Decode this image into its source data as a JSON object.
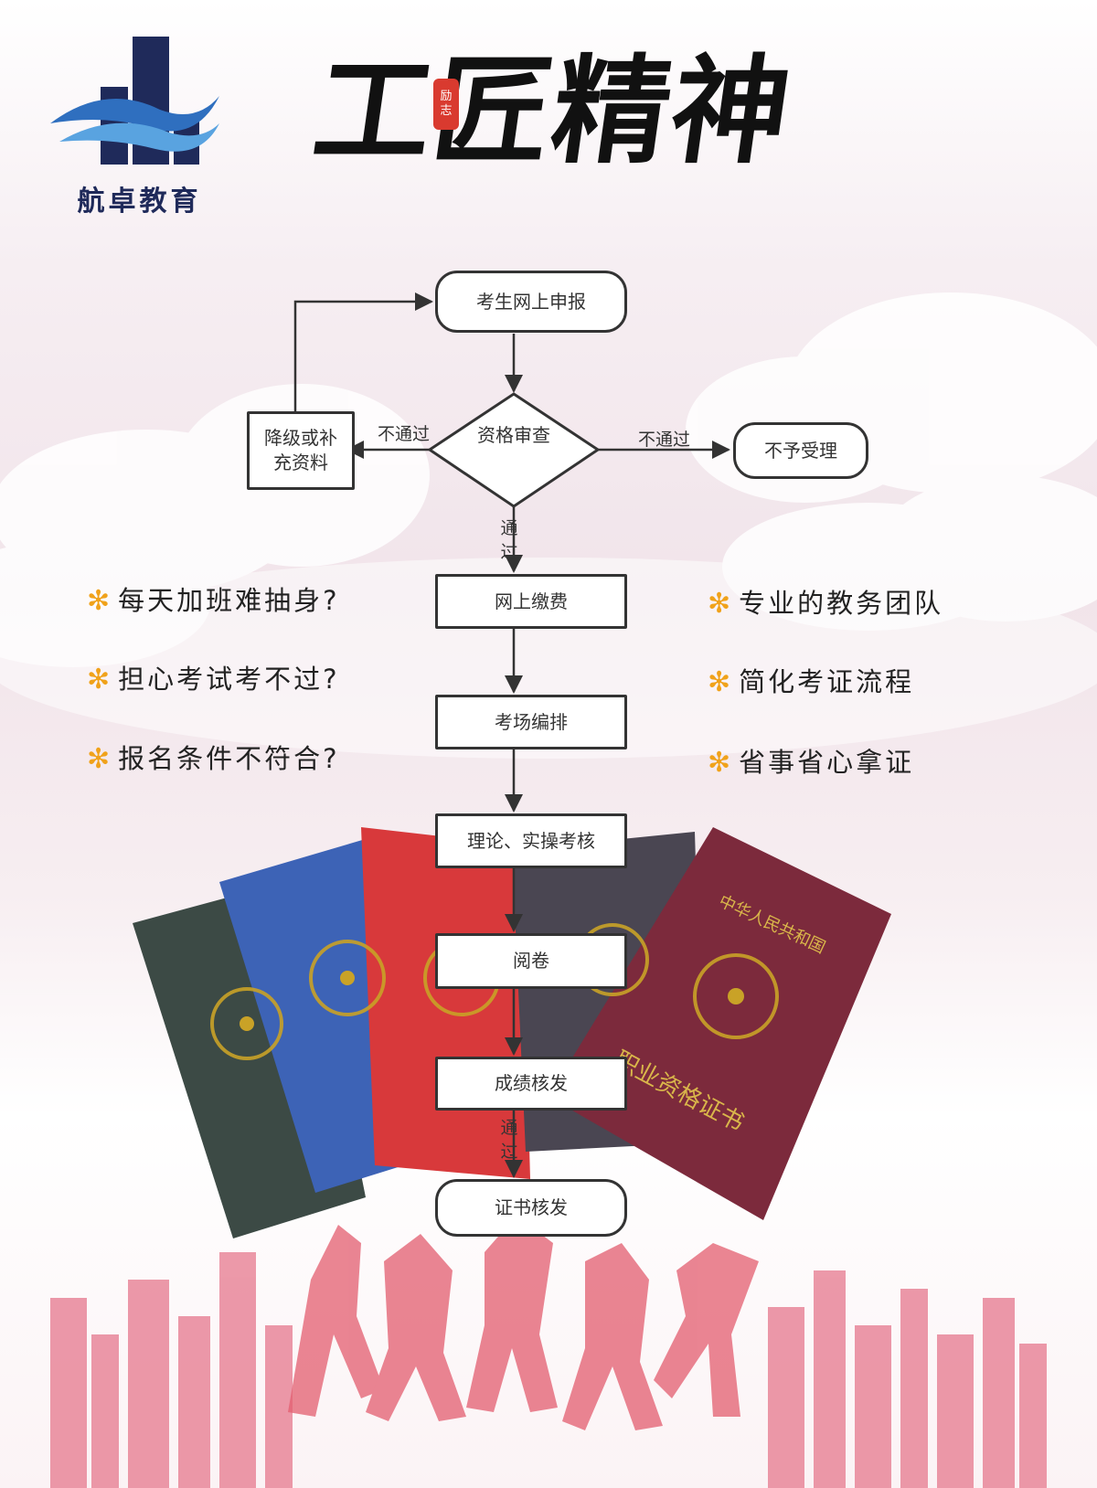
{
  "header": {
    "brand_name": "航卓教育",
    "title": "工匠精神",
    "seal_text": [
      "励",
      "志"
    ]
  },
  "flow": {
    "nodes": {
      "apply": "考生网上申报",
      "review": "资格审查",
      "resubmit": [
        "降级或补",
        "充资料"
      ],
      "reject": "不予受理",
      "pay": "网上缴费",
      "arrange": "考场编排",
      "exam": "理论、实操考核",
      "grading": "阅卷",
      "results": "成绩核发",
      "certificate": "证书核发"
    },
    "edge_labels": {
      "left_fail": "不通过",
      "right_fail": "不通过",
      "pass_1": [
        "通",
        "过"
      ],
      "pass_2": [
        "通",
        "过"
      ]
    }
  },
  "left_points": [
    "每天加班难抽身?",
    "担心考试考不过?",
    "报名条件不符合?"
  ],
  "right_points": [
    "专业的教务团队",
    "简化考证流程",
    "省事省心拿证"
  ],
  "bullet_symbol": "✻",
  "certificates": {
    "colors": [
      "#3c4a45",
      "#3d63b6",
      "#d8393b",
      "#4a4652",
      "#7c2a3c"
    ],
    "country_text": "中华人民共和国",
    "cert_title": "职业资格证书"
  },
  "colors": {
    "brand_navy": "#1f2a5a",
    "brand_blue": "#2f6fbf",
    "accent_orange": "#f0a21a",
    "seal_red": "#d93a2f",
    "skyline_pink": "#e9879a"
  }
}
